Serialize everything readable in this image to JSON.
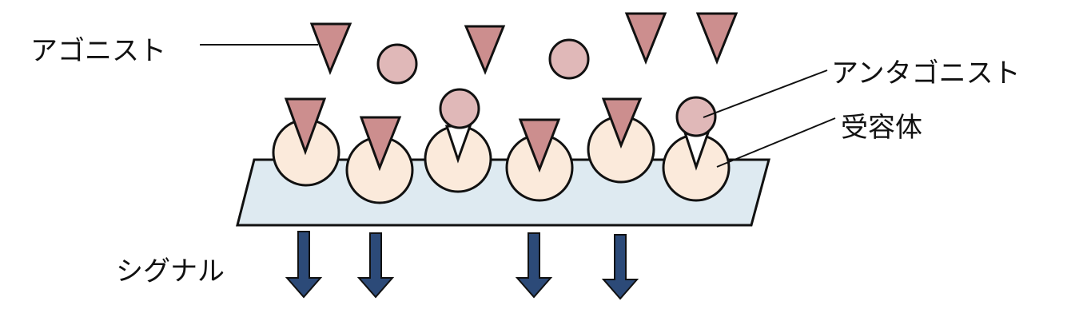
{
  "labels": {
    "agonist": "アゴニスト",
    "antagonist": "アンタゴニスト",
    "receptor": "受容体",
    "signal": "シグナル"
  },
  "colors": {
    "agonist": "#cc8e8e",
    "antagonist": "#e0b8b8",
    "receptor": "#fbeadb",
    "membrane": "#deeaf1",
    "signal_arrow": "#2c4a78"
  }
}
